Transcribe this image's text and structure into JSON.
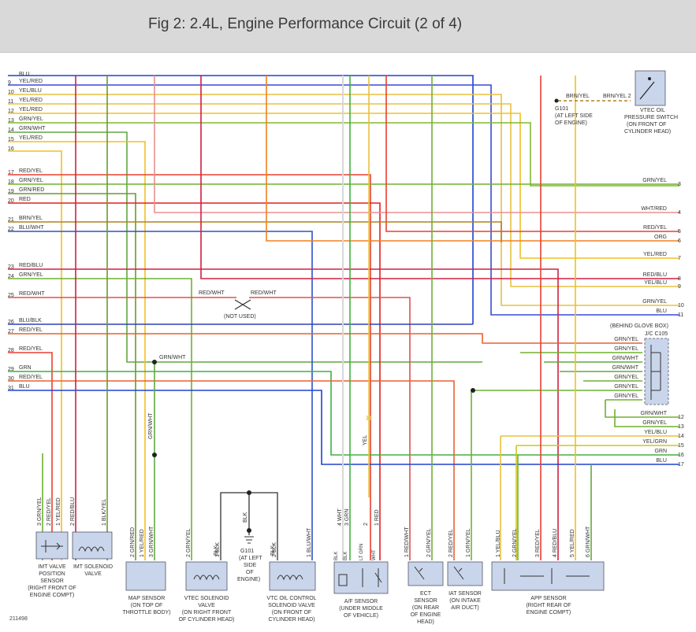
{
  "title": "Fig 2: 2.4L, Engine Performance Circuit (2 of 4)",
  "figure_id": "211498",
  "not_used": "(NOT USED)",
  "behind_glove_box": "(BEHIND GLOVE BOX)",
  "jc_label": "J/C C105",
  "top_wire_label": "BLU",
  "left_wires": [
    {
      "n": "9",
      "c": "YEL/RED",
      "color": "#f0c020"
    },
    {
      "n": "10",
      "c": "YEL/BLU",
      "color": "#e8c040"
    },
    {
      "n": "11",
      "c": "YEL/RED",
      "color": "#f0c020"
    },
    {
      "n": "12",
      "c": "YEL/RED",
      "color": "#f0c020"
    },
    {
      "n": "13",
      "c": "GRN/YEL",
      "color": "#70b030"
    },
    {
      "n": "14",
      "c": "GRN/WHT",
      "color": "#60a840"
    },
    {
      "n": "15",
      "c": "YEL/RED",
      "color": "#f0c020"
    },
    {
      "n": "16",
      "c": "",
      "color": "#f0c020"
    },
    {
      "n": "17",
      "c": "RED/YEL",
      "color": "#e84030"
    },
    {
      "n": "18",
      "c": "GRN/YEL",
      "color": "#70b030"
    },
    {
      "n": "19",
      "c": "GRN/RED",
      "color": "#6a9a30"
    },
    {
      "n": "20",
      "c": "RED",
      "color": "#e02020"
    },
    {
      "n": "21",
      "c": "BRN/YEL",
      "color": "#b08020"
    },
    {
      "n": "22",
      "c": "BLU/WHT",
      "color": "#3050c8"
    },
    {
      "n": "23",
      "c": "RED/BLU",
      "color": "#d02040"
    },
    {
      "n": "24",
      "c": "GRN/YEL",
      "color": "#70b030"
    },
    {
      "n": "25",
      "c": "RED/WHT",
      "color": "#e05050"
    },
    {
      "n": "26",
      "c": "BLU/BLK",
      "color": "#3040b0"
    },
    {
      "n": "27",
      "c": "RED/YEL",
      "color": "#e86030"
    },
    {
      "n": "28",
      "c": "RED/YEL",
      "color": "#e84030"
    },
    {
      "n": "29",
      "c": "GRN",
      "color": "#40b040"
    },
    {
      "n": "30",
      "c": "RED/YEL",
      "color": "#e86030"
    },
    {
      "n": "31",
      "c": "BLU",
      "color": "#2040d0"
    }
  ],
  "right_wires": [
    {
      "n": "3",
      "c": "GRN/YEL",
      "color": "#70b030"
    },
    {
      "n": "4",
      "c": "WHT/RED",
      "color": "#e89090"
    },
    {
      "n": "5",
      "c": "RED/YEL",
      "color": "#e84030"
    },
    {
      "n": "6",
      "c": "ORG",
      "color": "#f08020"
    },
    {
      "n": "7",
      "c": "YEL/RED",
      "color": "#f0c020"
    },
    {
      "n": "8",
      "c": "RED/BLU",
      "color": "#d02040"
    },
    {
      "n": "9",
      "c": "YEL/BLU",
      "color": "#e8c040"
    },
    {
      "n": "10",
      "c": "GRN/YEL",
      "color": "#70b030"
    },
    {
      "n": "11",
      "c": "BLU",
      "color": "#2040d0"
    },
    {
      "n": "12",
      "c": "GRN/WHT",
      "color": "#60a840"
    },
    {
      "n": "13",
      "c": "GRN/YEL",
      "color": "#70b030"
    },
    {
      "n": "14",
      "c": "YEL/BLU",
      "color": "#e8c040"
    },
    {
      "n": "15",
      "c": "YEL/GRN",
      "color": "#c8c820"
    },
    {
      "n": "16",
      "c": "GRN",
      "color": "#40b040"
    },
    {
      "n": "17",
      "c": "BLU",
      "color": "#2040d0"
    }
  ],
  "jc_wires": [
    "GRN/YEL",
    "GRN/YEL",
    "GRN/WHT",
    "GRN/WHT",
    "GRN/YEL",
    "GRN/YEL",
    "GRN/YEL"
  ],
  "misc_labels": {
    "brn_yel": "BRN/YEL",
    "brn_yel_2": "BRN/YEL 2",
    "red_wht_a": "RED/WHT",
    "red_wht_b": "RED/WHT",
    "grn_wht_splice": "GRN/WHT",
    "grn_wht_vert": "GRN/WHT",
    "yel_vert": "YEL"
  },
  "g101_top": [
    "G101",
    "(AT LEFT SIDE",
    "OF ENGINE)"
  ],
  "vtec_switch": [
    "VTEC OIL",
    "PRESSURE SWITCH",
    "(ON FRONT OF",
    "CYLINDER HEAD)"
  ],
  "g101_bottom": [
    "G101",
    "(AT LEFT",
    "SIDE",
    "OF",
    "ENGINE)"
  ],
  "components": [
    {
      "name": [
        "IMT VALVE",
        "POSITION",
        "SENSOR",
        "(RIGHT FRONT OF",
        "ENGINE COMPT)"
      ],
      "pins": [
        "3 GRN/YEL",
        "2 RED/YEL",
        "1 YEL/RED"
      ]
    },
    {
      "name": [
        "IMT SOLENOID",
        "VALVE"
      ],
      "pins": [
        "2 RED/BLU",
        "1 BLK/YEL"
      ]
    },
    {
      "name": [
        "MAP SENSOR",
        "(ON TOP OF",
        "THROTTLE BODY)"
      ],
      "pins": [
        "2 GRN/RED",
        "1 YEL/RED",
        "3 GRN/WHT"
      ]
    },
    {
      "name": [
        "VTEC SOLENOID",
        "VALVE",
        "(ON RIGHT FRONT",
        "OF CYLINDER HEAD)"
      ],
      "pins": [
        "2 GRN/YEL",
        "1 BLK"
      ]
    },
    {
      "name": [
        "VTC OIL CONTROL",
        "SOLENOID VALVE",
        "(ON FRONT OF",
        "CYLINDER HEAD)"
      ],
      "pins": [
        "2 BLK",
        "1 BLU/WHT"
      ]
    },
    {
      "name": [
        "A/F SENSOR",
        "(UNDER MIDDLE",
        "OF VEHICLE)"
      ],
      "pins": [
        "4 WHT",
        "3 GRN",
        "2",
        "1 RED"
      ]
    },
    {
      "name": [
        "ECT",
        "SENSOR",
        "(ON REAR",
        "OF ENGINE",
        "HEAD)"
      ],
      "pins": [
        "1 RED/WHT",
        "2 GRN/YEL"
      ]
    },
    {
      "name": [
        "IAT SENSOR",
        "(ON INTAKE",
        "AIR DUCT)"
      ],
      "pins": [
        "2 RED/YEL",
        "1 GRN/YEL"
      ]
    },
    {
      "name": [
        "APP SENSOR",
        "(RIGHT REAR OF",
        "ENGINE COMPT)"
      ],
      "pins": [
        "1 YEL/BLU",
        "2 GRN/YEL",
        "3 RED/YEL",
        "4 RED/BLU",
        "5 YEL/RED",
        "6 GRN/WHT"
      ]
    }
  ],
  "af_pin_labels": [
    "BLK",
    "BLK",
    "LT GRN",
    "WHT"
  ],
  "vtec_blk": "BLK",
  "g101_blk": "BLK",
  "vtc_blk": "BLK"
}
